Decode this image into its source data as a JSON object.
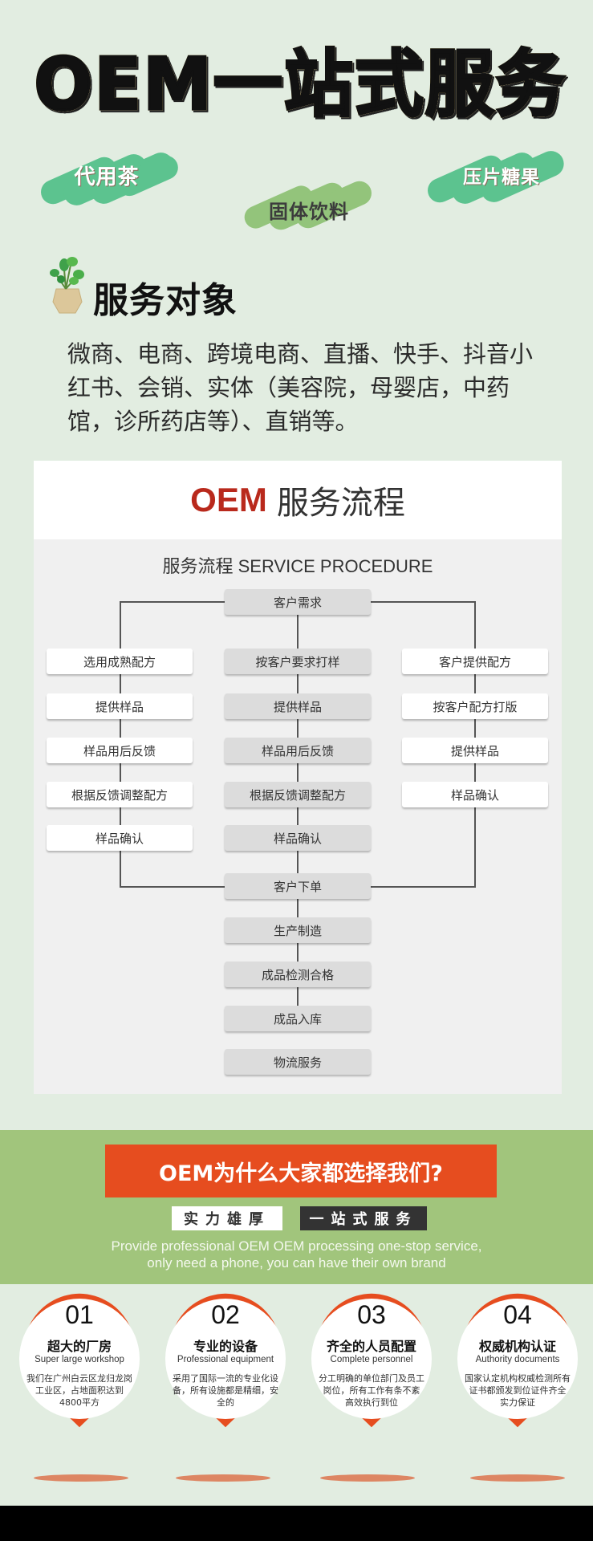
{
  "hero": {
    "title": "OEM一站式服务"
  },
  "tags": [
    {
      "label": "代用茶",
      "color": "#5cc38f"
    },
    {
      "label": "固体饮料",
      "color": "#93c47b"
    },
    {
      "label": "压片糖果",
      "color": "#5cc38f"
    }
  ],
  "service_targets": {
    "heading": "服务对象",
    "text": "微商、电商、跨境电商、直播、快手、抖音小红书、会销、实体（美容院，母婴店，中药馆，诊所药店等）、直销等。"
  },
  "flow": {
    "title_oem": "OEM",
    "title_cn": "服务流程",
    "subtitle": "服务流程 SERVICE PROCEDURE",
    "start": "客户需求",
    "left_column": [
      "选用成熟配方",
      "提供样品",
      "样品用后反馈",
      "根据反馈调整配方",
      "样品确认"
    ],
    "center_column": [
      "按客户要求打样",
      "提供样品",
      "样品用后反馈",
      "根据反馈调整配方",
      "样品确认"
    ],
    "right_column": [
      "客户提供配方",
      "按客户配方打版",
      "提供样品",
      "样品确认"
    ],
    "tail": [
      "客户下单",
      "生产制造",
      "成品检测合格",
      "成品入库",
      "物流服务"
    ]
  },
  "why": {
    "title": "OEM为什么大家都选择我们?",
    "chip_left": "实力雄厚",
    "chip_right": "一站式服务",
    "en_line1": "Provide professional OEM OEM processing one-stop service,",
    "en_line2": "only need a phone, you can have their own brand",
    "accent": "#e64d1f",
    "band_color": "#a1c57c"
  },
  "features": [
    {
      "num": "01",
      "title": "超大的厂房",
      "en": "Super large workshop",
      "desc": "我们在广州白云区龙归龙岗工业区，占地面积达到4800平方"
    },
    {
      "num": "02",
      "title": "专业的设备",
      "en": "Professional equipment",
      "desc": "采用了国际一流的专业化设备，所有设施都是精细，安全的"
    },
    {
      "num": "03",
      "title": "齐全的人员配置",
      "en": "Complete personnel",
      "desc": "分工明确的单位部门及员工岗位，所有工作有条不紊 高效执行到位"
    },
    {
      "num": "04",
      "title": "权威机构认证",
      "en": "Authority documents",
      "desc": "国家认定机构权威检测所有证书都颁发到位证件齐全 实力保证"
    }
  ]
}
